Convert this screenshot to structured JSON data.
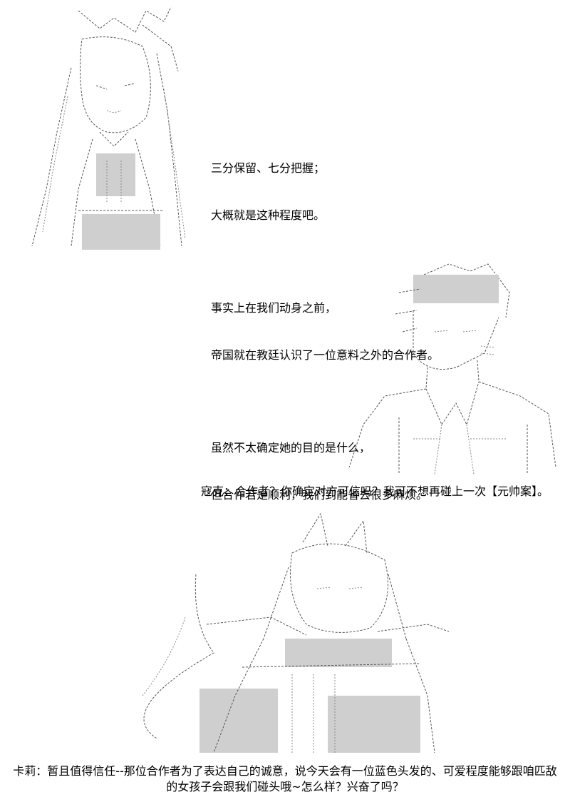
{
  "panel1": {
    "narration": {
      "line1": "三分保留、七分把握；",
      "line2": "大概就是这种程度吧。",
      "line3": "事实上在我们动身之前，",
      "line4": "帝国就在教廷认识了一位意料之外的合作者。",
      "line5": "虽然不太确定她的目的是什么，",
      "line6": "但合作若是顺利，我们到能省去很多麻烦。"
    }
  },
  "panel2": {
    "dialogue": "寇克：合作者？你确定对方可信吗？我可不想再碰上一次【元帅案】。"
  },
  "panel3": {
    "dialogue_line1": "卡莉：暂且值得信任--那位合作者为了表达自己的诚意，说今天会有一位蓝色头发的、可爱程度能够跟咱匹敌",
    "dialogue_line2": "的女孩子会跟我们碰头哦~怎么样？兴奋了吗？"
  },
  "art": {
    "figure_top_left": "ascii-art-girl-with-ribbon",
    "figure_middle_right": "ascii-art-man-in-coat",
    "figure_bottom_center": "ascii-art-fox-eared-girl-with-tail"
  }
}
